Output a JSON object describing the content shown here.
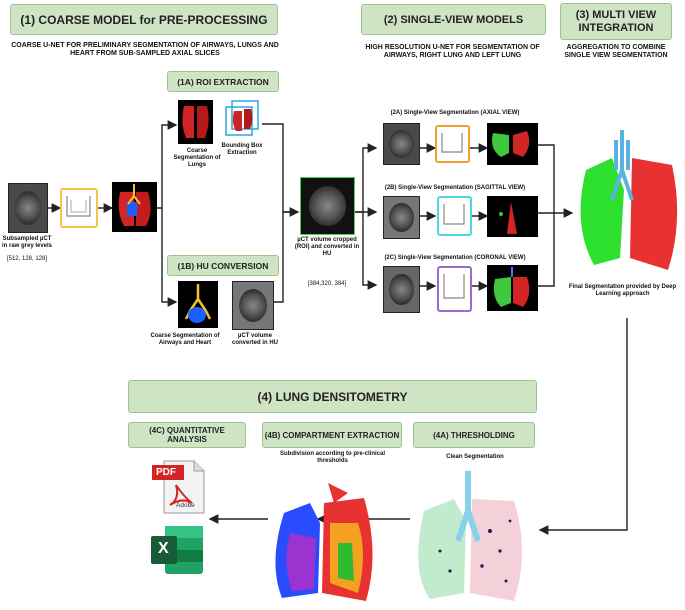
{
  "step1": {
    "title": "(1) COARSE MODEL for PRE-PROCESSING",
    "desc": "COARSE U-NET FOR PRELIMINARY SEGMENTATION OF AIRWAYS, LUNGS AND HEART FROM SUB-SAMPLED AXIAL SLICES",
    "input_caption": "Subsampled µCT in raw grey levels",
    "input_dims": "[512, 128, 128]"
  },
  "step1a": {
    "title": "(1A) ROI EXTRACTION",
    "caption_lungs": "Coarse Segmentation of Lungs",
    "caption_bbox": "Bounding Box Extraction"
  },
  "step1b": {
    "title": "(1B) HU CONVERSION",
    "caption_seg": "Coarse Segmentation of Airways and Heart",
    "caption_hu": "µCT volume converted in HU"
  },
  "roi": {
    "caption": "µCT volume cropped (ROI) and converted in HU",
    "dims": "[384,320, 384]"
  },
  "step2": {
    "title": "(2) SINGLE-VIEW MODELS",
    "desc": "HIGH RESOLUTION U-NET FOR SEGMENTATION OF AIRWAYS, RIGHT LUNG AND LEFT LUNG",
    "view_a": "(2A) Single-View Segmentation (AXIAL VIEW)",
    "view_b": "(2B) Single-View Segmentation (SAGITTAL VIEW)",
    "view_c": "(2C) Single-View Segmentation (CORONAL VIEW)"
  },
  "step3": {
    "title": "(3) MULTI VIEW INTEGRATION",
    "desc": "AGGREGATION TO COMBINE SINGLE VIEW SEGMENTATION",
    "final_caption": "Final Segmentation provided by Deep Learning approach"
  },
  "step4": {
    "title": "(4) LUNG DENSITOMETRY",
    "c_title": "(4C) QUANTITATIVE ANALYSIS",
    "b_title": "(4B) COMPARTMENT EXTRACTION",
    "b_caption": "Subdivision according to pre-clinical thresholds",
    "a_title": "(4A) THRESHOLDING",
    "a_caption": "Clean Segmentation"
  },
  "icons": {
    "pdf_label": "PDF",
    "adobe_label": "Adobe",
    "excel_letter": "X"
  },
  "colors": {
    "header_fill": "#cfe4c4",
    "unet_orange": "#f0a030",
    "unet_cyan": "#4dd8e0",
    "unet_purple": "#9a6cc9",
    "unet_yellow": "#f4c542"
  }
}
